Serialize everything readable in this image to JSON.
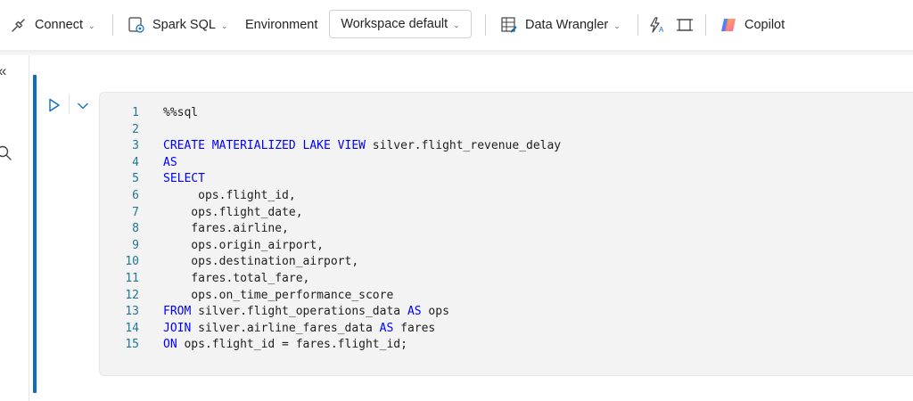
{
  "toolbar": {
    "connect_label": "Connect",
    "language_label": "Spark SQL",
    "environment_label": "Environment",
    "workspace_label": "Workspace default",
    "data_wrangler_label": "Data Wrangler",
    "copilot_label": "Copilot"
  },
  "icons": {
    "connect": "plug-icon",
    "language": "sql-language-icon",
    "wrangler": "data-wrangler-icon",
    "format": "lightning-format-icon",
    "frame": "frame-icon",
    "copilot": "copilot-logo-icon",
    "collapse": "double-chevron-left-icon",
    "search": "search-icon",
    "run": "run-cell-icon",
    "expand": "chevron-down-icon"
  },
  "colors": {
    "accent": "#0f6cbd",
    "keyword": "#0000ff",
    "line_number": "#237893",
    "editor_bg": "#f3f3f3"
  },
  "editor": {
    "lines": [
      {
        "n": "1",
        "kw": "",
        "text": "%%sql"
      },
      {
        "n": "2",
        "kw": "",
        "text": ""
      },
      {
        "n": "3",
        "kw": "CREATE MATERIALIZED LAKE VIEW",
        "text": " silver.flight_revenue_delay"
      },
      {
        "n": "4",
        "kw": "AS",
        "text": ""
      },
      {
        "n": "5",
        "kw": "SELECT",
        "text": ""
      },
      {
        "n": "6",
        "kw": "",
        "text": "     ops.flight_id,"
      },
      {
        "n": "7",
        "kw": "",
        "text": "    ops.flight_date,"
      },
      {
        "n": "8",
        "kw": "",
        "text": "    fares.airline,"
      },
      {
        "n": "9",
        "kw": "",
        "text": "    ops.origin_airport,"
      },
      {
        "n": "10",
        "kw": "",
        "text": "    ops.destination_airport,"
      },
      {
        "n": "11",
        "kw": "",
        "text": "    fares.total_fare,"
      },
      {
        "n": "12",
        "kw": "",
        "text": "    ops.on_time_performance_score"
      },
      {
        "n": "13",
        "kw": "FROM",
        "text": " silver.flight_operations_data ",
        "kw2": "AS",
        "text2": " ops"
      },
      {
        "n": "14",
        "kw": "JOIN",
        "text": " silver.airline_fares_data ",
        "kw2": "AS",
        "text2": " fares"
      },
      {
        "n": "15",
        "kw": "ON",
        "text": " ops.flight_id = fares.flight_id;"
      }
    ]
  }
}
